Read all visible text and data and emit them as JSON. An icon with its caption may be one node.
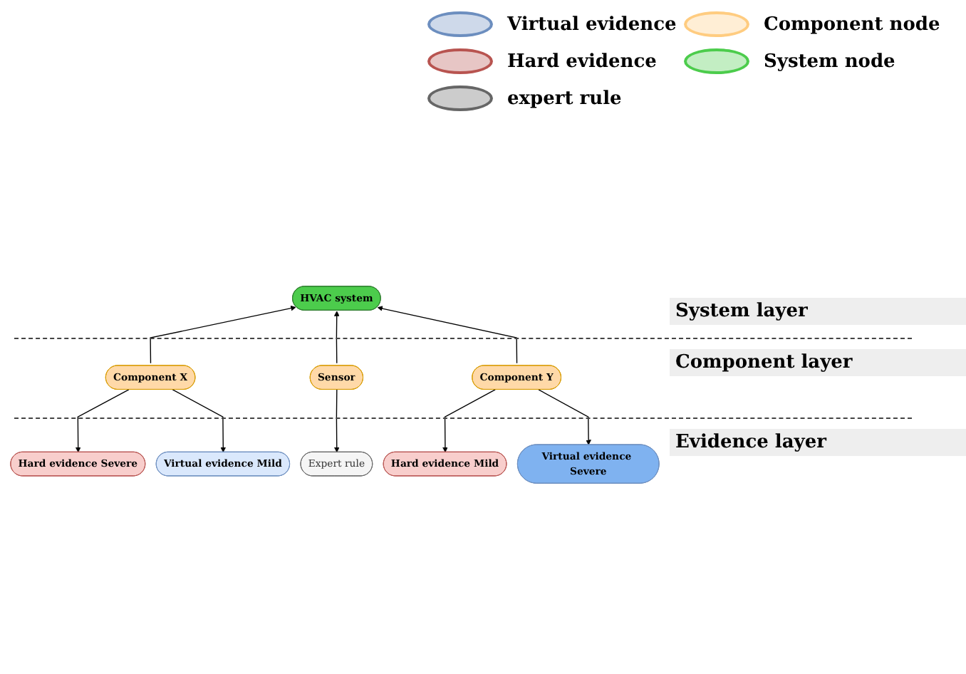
{
  "diagram": {
    "nodes": [
      {
        "text": [
          "HVAC system"
        ]
      },
      {
        "text": [
          "Component X"
        ]
      },
      {
        "text": [
          "Sensor"
        ]
      },
      {
        "text": [
          "Component Y"
        ]
      },
      {
        "text": [
          "Virtual evidence Mild"
        ]
      },
      {
        "text": [
          "Hard evidence Mild"
        ]
      },
      {
        "text": [
          "Hard evidence Severe"
        ]
      },
      {
        "text": [
          "Expert rule"
        ]
      },
      {
        "text": [
          "Virtual evidence Severe"
        ]
      }
    ],
    "edges": [
      {
        "from": 1,
        "to": 0,
        "arrow": "to"
      },
      {
        "from": 2,
        "to": 0,
        "arrow": "to"
      },
      {
        "from": 3,
        "to": 0,
        "arrow": "to"
      },
      {
        "from": 1,
        "to": 6,
        "arrow": "to"
      },
      {
        "from": 1,
        "to": 4,
        "arrow": "to"
      },
      {
        "from": 2,
        "to": 7,
        "arrow": "to"
      },
      {
        "from": 3,
        "to": 5,
        "arrow": "to"
      },
      {
        "from": 3,
        "to": 8,
        "arrow": "to"
      }
    ],
    "labels": [
      "System layer",
      "Component layer",
      "Evidence layer"
    ],
    "legend": [
      {
        "text": "Virtual evidence",
        "color": "#6c8ebf"
      },
      {
        "text": "Component node",
        "color": "#ffcc80"
      },
      {
        "text": "Hard evidence",
        "color": "#b85450"
      },
      {
        "text": "System node",
        "color": "#4ccc4c"
      },
      {
        "text": "expert rule",
        "color": "#666666"
      }
    ]
  }
}
